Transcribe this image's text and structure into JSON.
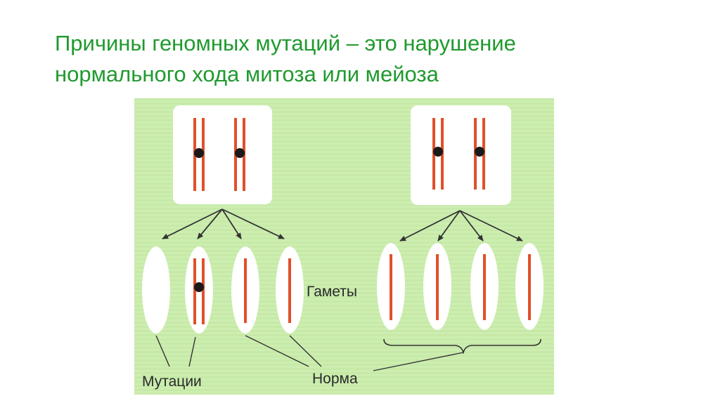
{
  "slide": {
    "title_line1": "Причины геномных мутаций – это нарушение",
    "title_line2": "нормального хода митоза или мейоза"
  },
  "figure": {
    "labels": {
      "gametes": "Гаметы",
      "mutations": "Мутации",
      "norm": "Норма"
    },
    "left_division": {
      "parent_chromosomes": 2,
      "gametes": [
        {
          "chromosomes": 0,
          "outcome": "mutation"
        },
        {
          "chromosomes": 2,
          "outcome": "mutation"
        },
        {
          "chromosomes": 1,
          "outcome": "norm"
        },
        {
          "chromosomes": 1,
          "outcome": "norm"
        }
      ]
    },
    "right_division": {
      "parent_chromosomes": 2,
      "gametes": [
        {
          "chromosomes": 1,
          "outcome": "norm"
        },
        {
          "chromosomes": 1,
          "outcome": "norm"
        },
        {
          "chromosomes": 1,
          "outcome": "norm"
        },
        {
          "chromosomes": 1,
          "outcome": "norm"
        }
      ]
    },
    "colors": {
      "background": "#cdeeb0",
      "cell": "#ffffff",
      "chromosome": "#e0502a",
      "centromere": "#1a1a1a",
      "arrow": "#333333"
    }
  }
}
